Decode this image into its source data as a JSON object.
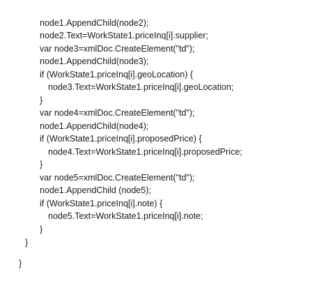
{
  "document": {
    "lines": [
      "node1.AppendChild(node2);",
      "node2.Text=WorkState1.priceInq[i].supplier;",
      "var node3=xmlDoc.CreateElement(\"td\");",
      "node1.AppendChild(node3);",
      "if (WorkState1.priceInq[i].geoLocation) {",
      "node3.Text=WorkState1.priceInq[i].geoLocation;",
      "}",
      "var node4=xmlDoc.CreateElement(\"td\");",
      "node1.AppendChild(node4);",
      "if (WorkState1.priceInq[i].proposedPrice) {",
      "node4.Text=WorkState1.priceInq[i].proposedPrice;",
      "}",
      "var node5=xmlDoc.CreateElement(\"td\");",
      "node1.AppendChild (node5);",
      "if (WorkState1.priceInq[i].note) {",
      "node5.Text=WorkState1.priceInq[i].note;",
      "}",
      "}",
      "}"
    ]
  }
}
